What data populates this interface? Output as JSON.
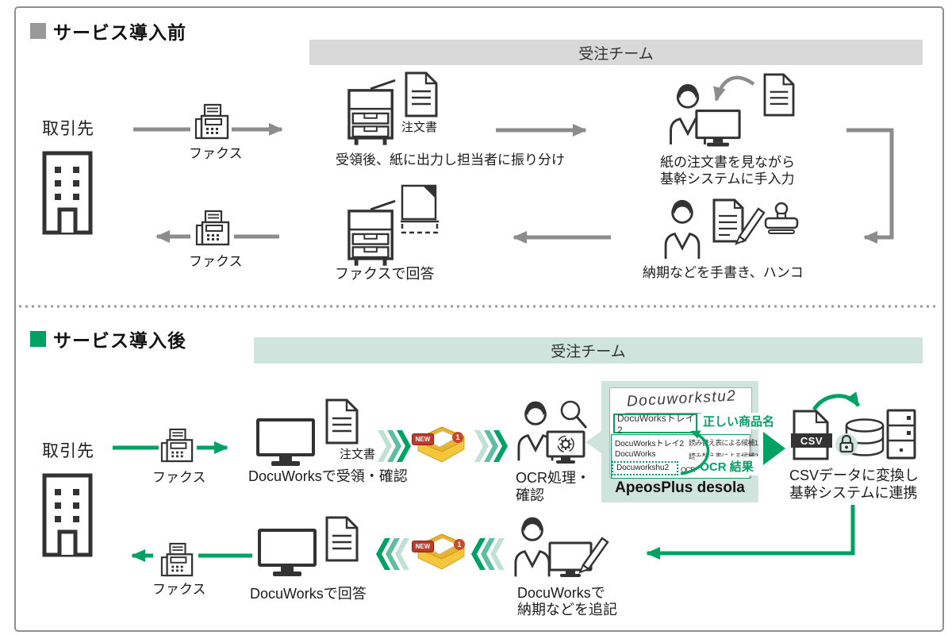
{
  "colors": {
    "green": "#00a263",
    "green_light": "#cfe4dc",
    "gray_arrow": "#8c8c8c",
    "bar_gray": "#d9d9d9",
    "tray_yellow": "#f5c63c",
    "badge_red": "#c0392b"
  },
  "before": {
    "title": "サービス導入前",
    "team": "受注チーム",
    "client": "取引先",
    "fax_label_top": "ファクス",
    "fax_label_bottom": "ファクス",
    "order_doc": "注文書",
    "step_print": "受領後、紙に出力し担当者に振り分け",
    "step_manual_1": "紙の注文書を見ながら",
    "step_manual_2": "基幹システムに手入力",
    "step_stamp": "納期などを手書き、ハンコ",
    "step_fax_reply": "ファクスで回答"
  },
  "after": {
    "title": "サービス導入後",
    "team": "受注チーム",
    "client": "取引先",
    "fax_label_top": "ファクス",
    "fax_label_bottom": "ファクス",
    "order_doc": "注文書",
    "step_receive": "DocuWorksで受領・確認",
    "step_ocr_1": "OCR処理・",
    "step_ocr_2": "確認",
    "tray_new": "NEW",
    "tray_count": "1",
    "desola": {
      "handwriting": "Docuworkstu2",
      "selected": "DocuWorksトレイ2",
      "correct_label": "正しい商品名",
      "ocr_label": "OCR 結果",
      "rows": [
        {
          "name": "DocuWorksトレイ2",
          "desc": "読み替え表による候補1"
        },
        {
          "name": "DocuWorks",
          "desc": "読み替え表による候補2"
        },
        {
          "name": "Docuworkshu2",
          "desc": "OCR結果"
        }
      ],
      "caption": "ApeosPlus desola"
    },
    "csv_label": "CSV",
    "step_csv_1": "CSVデータに変換し",
    "step_csv_2": "基幹システムに連携",
    "step_append_1": "DocuWorksで",
    "step_append_2": "納期などを追記",
    "step_reply": "DocuWorksで回答"
  }
}
